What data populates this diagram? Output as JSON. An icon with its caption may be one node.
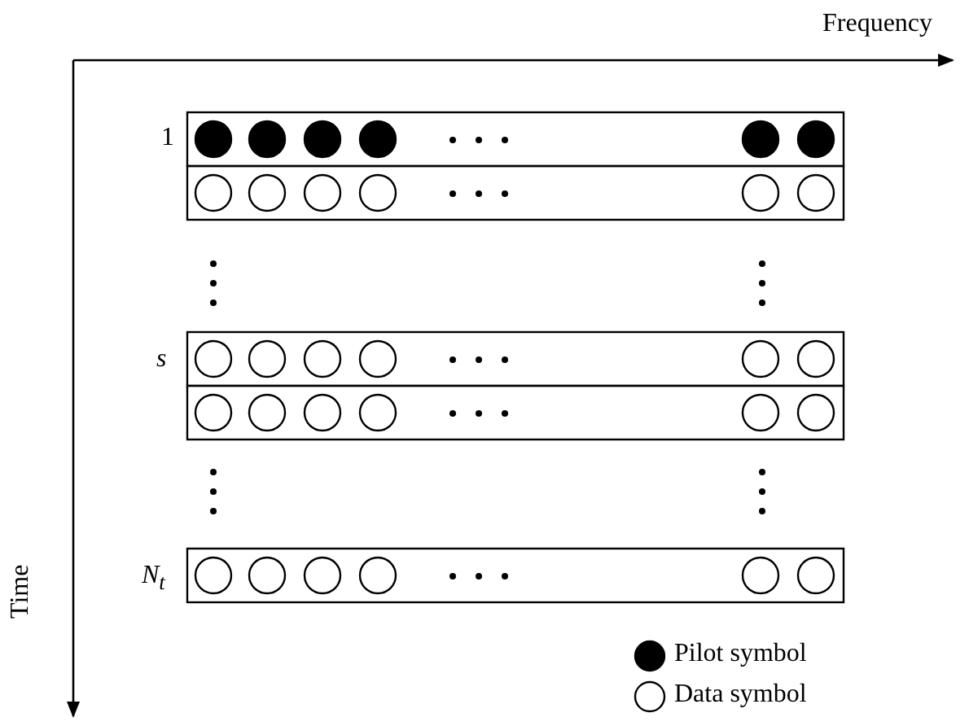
{
  "diagram": {
    "labels": [
      "Frequency",
      "1",
      "s",
      "N$_{t}$",
      "Time"
    ],
    "legend": [
      {
        "text": "Pilot symbol"
      },
      {
        "text": "Data symbol"
      }
    ]
  }
}
